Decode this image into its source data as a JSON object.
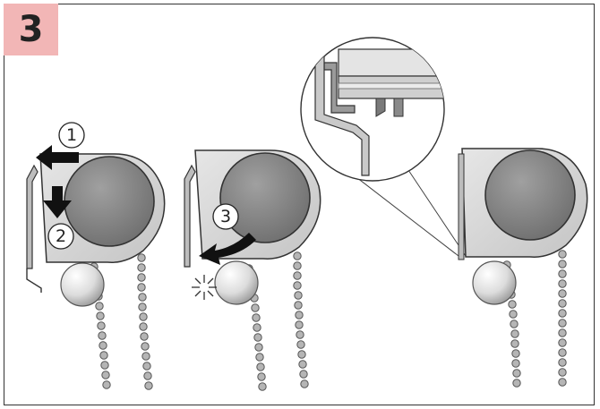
{
  "step": {
    "number": "3",
    "badge_color": "#f2b6b6"
  },
  "callouts": [
    "1",
    "2",
    "3"
  ],
  "colors": {
    "housing": "#d6d6d6",
    "roller": "#8a8a8a",
    "arrow": "#111111",
    "outline": "#333333"
  }
}
